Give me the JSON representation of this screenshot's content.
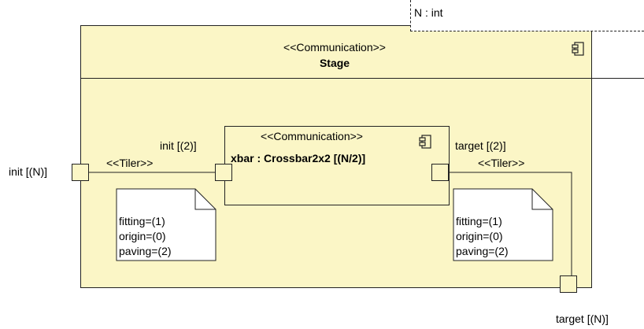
{
  "parameter": {
    "label": "N : int"
  },
  "outer_component": {
    "stereotype": "<<Communication>>",
    "name": "Stage"
  },
  "inner_component": {
    "stereotype": "<<Communication>>",
    "name": "xbar : Crossbar2x2 [(N/2)]"
  },
  "ports": {
    "outer_init": "init [(N)]",
    "inner_init": "init [(2)]",
    "inner_target": "target [(2)]",
    "outer_target": "target [(N)]"
  },
  "connectors": {
    "left_stereotype": "<<Tiler>>",
    "right_stereotype": "<<Tiler>>"
  },
  "notes": {
    "left": [
      "fitting=(1)",
      "origin=(0)",
      "paving=(2)"
    ],
    "right": [
      "fitting=(1)",
      "origin=(0)",
      "paving=(2)"
    ]
  },
  "icons": [
    "component-icon",
    "component-icon"
  ]
}
